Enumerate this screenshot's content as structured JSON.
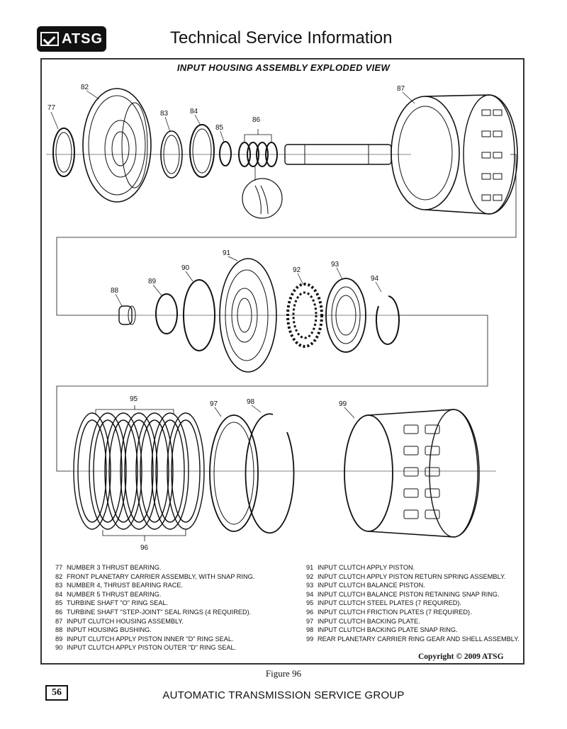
{
  "header": {
    "logo_text": "ATSG",
    "title": "Technical Service Information"
  },
  "diagram": {
    "title": "INPUT HOUSING ASSEMBLY EXPLODED VIEW",
    "callouts": [
      "77",
      "82",
      "83",
      "84",
      "85",
      "86",
      "87",
      "88",
      "89",
      "90",
      "91",
      "92",
      "93",
      "94",
      "95",
      "96",
      "97",
      "98",
      "99"
    ]
  },
  "legend": {
    "left": [
      {
        "num": "77",
        "text": "NUMBER 3 THRUST BEARING."
      },
      {
        "num": "82",
        "text": "FRONT PLANETARY CARRIER ASSEMBLY, WITH SNAP RING."
      },
      {
        "num": "83",
        "text": "NUMBER 4, THRUST BEARING RACE."
      },
      {
        "num": "84",
        "text": "NUMBER 5 THRUST BEARING."
      },
      {
        "num": "85",
        "text": "TURBINE SHAFT \"O\" RING SEAL."
      },
      {
        "num": "86",
        "text": "TURBINE SHAFT \"STEP-JOINT\" SEAL RINGS (4 REQUIRED)."
      },
      {
        "num": "87",
        "text": "INPUT CLUTCH HOUSING ASSEMBLY."
      },
      {
        "num": "88",
        "text": "INPUT HOUSING BUSHING."
      },
      {
        "num": "89",
        "text": "INPUT CLUTCH APPLY PISTON INNER \"D\" RING SEAL."
      },
      {
        "num": "90",
        "text": "INPUT CLUTCH APPLY PISTON OUTER \"D\" RING SEAL."
      }
    ],
    "right": [
      {
        "num": "91",
        "text": "INPUT CLUTCH APPLY PISTON."
      },
      {
        "num": "92",
        "text": "INPUT CLUTCH APPLY PISTON RETURN SPRING ASSEMBLY."
      },
      {
        "num": "93",
        "text": "INPUT CLUTCH BALANCE PISTON."
      },
      {
        "num": "94",
        "text": "INPUT CLUTCH BALANCE PISTON RETAINING SNAP RING."
      },
      {
        "num": "95",
        "text": "INPUT CLUTCH STEEL PLATES (7 REQUIRED)."
      },
      {
        "num": "96",
        "text": "INPUT CLUTCH FRICTION PLATES (7 REQUIRED)."
      },
      {
        "num": "97",
        "text": "INPUT CLUTCH BACKING PLATE."
      },
      {
        "num": "98",
        "text": "INPUT CLUTCH BACKING PLATE SNAP RING."
      },
      {
        "num": "99",
        "text": "REAR PLANETARY CARRIER RING GEAR AND SHELL ASSEMBLY."
      }
    ]
  },
  "copyright": "Copyright © 2009 ATSG",
  "figure_caption": "Figure 96",
  "page_number": "56",
  "footer": "AUTOMATIC TRANSMISSION SERVICE GROUP"
}
